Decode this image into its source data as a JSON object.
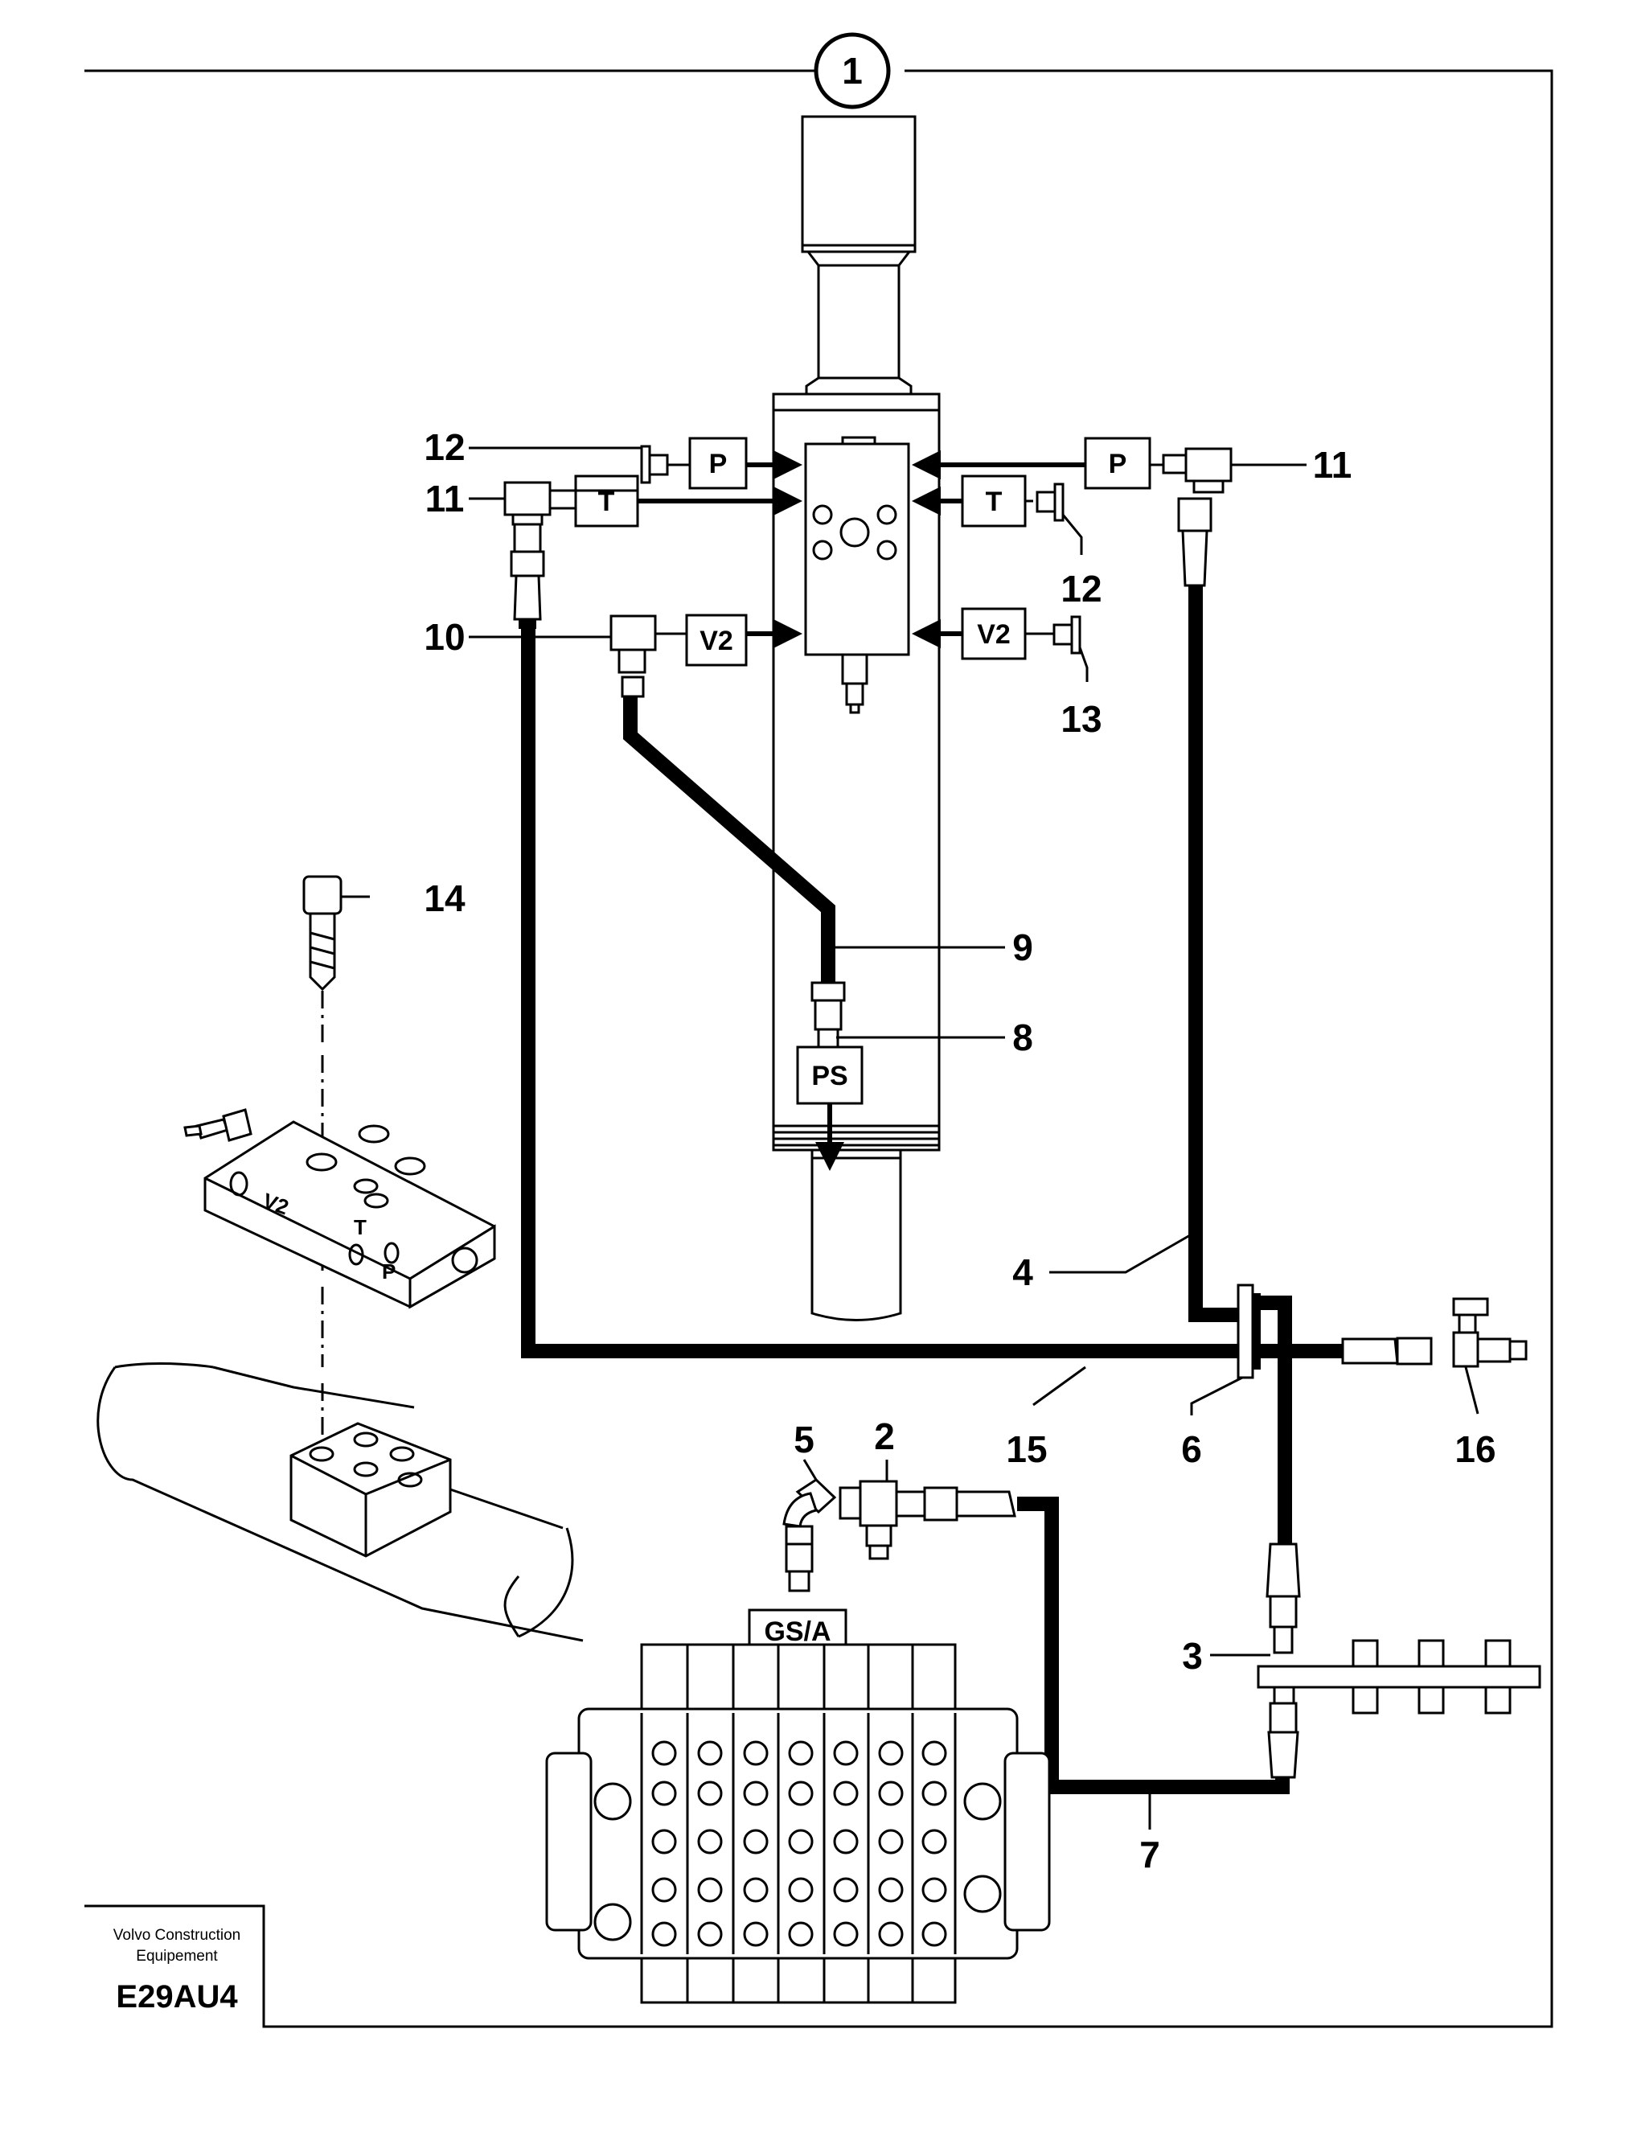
{
  "diagram": {
    "sheet_number": "1",
    "callouts": {
      "c1": "1",
      "c2": "2",
      "c3": "3",
      "c4": "4",
      "c5": "5",
      "c6": "6",
      "c7": "7",
      "c8": "8",
      "c9": "9",
      "c10": "10",
      "c11_left": "11",
      "c11_right": "11",
      "c12_left": "12",
      "c12_right": "12",
      "c13": "13",
      "c14": "14",
      "c15": "15",
      "c16": "16"
    },
    "port_boxes": {
      "p_left": "P",
      "p_right": "P",
      "t_left": "T",
      "t_right": "T",
      "v2_left": "V2",
      "v2_right": "V2",
      "ps": "PS",
      "gsa": "GS/A"
    },
    "block_engravings": {
      "v2": "V2",
      "t": "T",
      "p": "P"
    }
  },
  "title_block": {
    "company_line1": "Volvo Construction",
    "company_line2": "Equipement",
    "drawing_code": "E29AU4"
  }
}
